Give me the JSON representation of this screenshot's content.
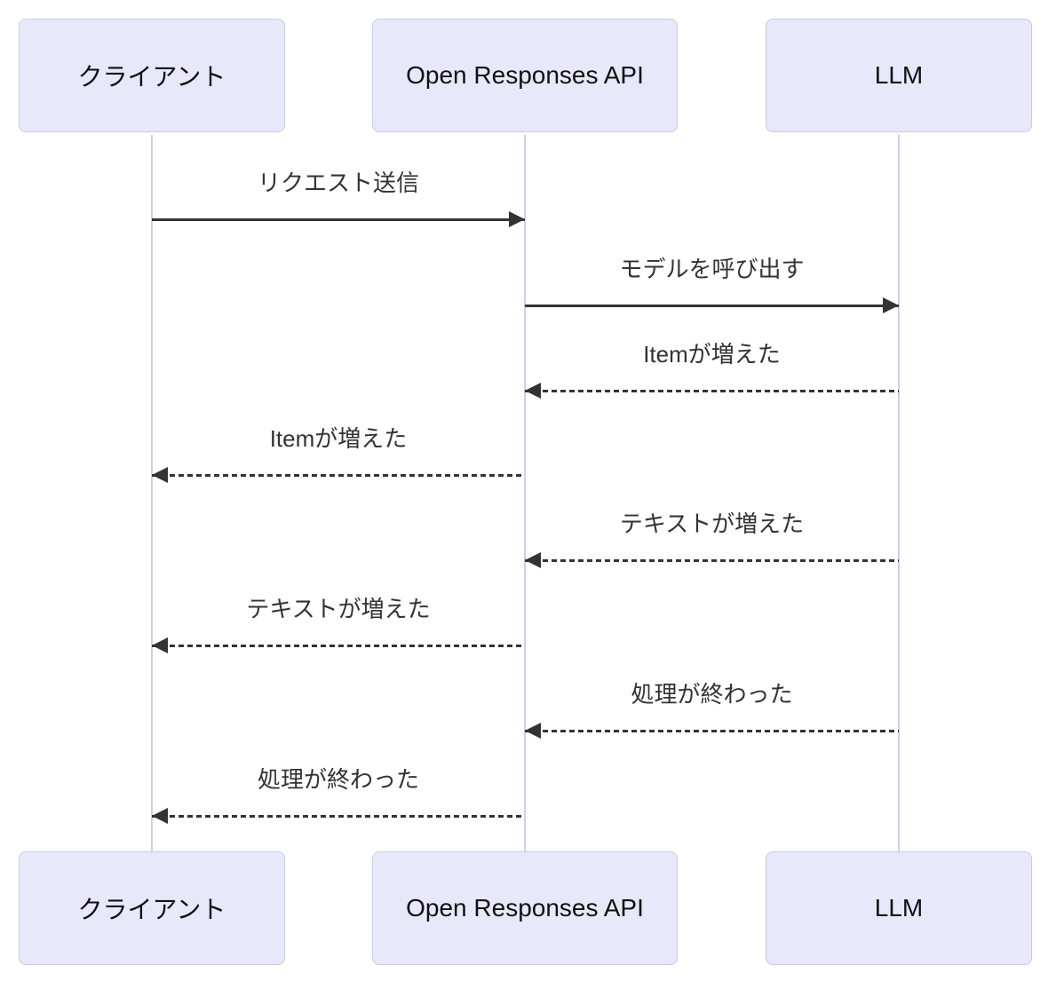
{
  "diagram": {
    "type": "sequence-diagram",
    "actors": [
      {
        "id": "client",
        "label": "クライアント"
      },
      {
        "id": "api",
        "label": "Open Responses API"
      },
      {
        "id": "llm",
        "label": "LLM"
      }
    ],
    "messages": [
      {
        "from": "client",
        "to": "api",
        "label": "リクエスト送信",
        "line": "solid",
        "direction": "right"
      },
      {
        "from": "api",
        "to": "llm",
        "label": "モデルを呼び出す",
        "line": "solid",
        "direction": "right"
      },
      {
        "from": "llm",
        "to": "api",
        "label": "Itemが増えた",
        "line": "dotted",
        "direction": "left"
      },
      {
        "from": "api",
        "to": "client",
        "label": "Itemが増えた",
        "line": "dotted",
        "direction": "left"
      },
      {
        "from": "llm",
        "to": "api",
        "label": "テキストが増えた",
        "line": "dotted",
        "direction": "left"
      },
      {
        "from": "api",
        "to": "client",
        "label": "テキストが増えた",
        "line": "dotted",
        "direction": "left"
      },
      {
        "from": "llm",
        "to": "api",
        "label": "処理が終わった",
        "line": "dotted",
        "direction": "left"
      },
      {
        "from": "api",
        "to": "client",
        "label": "処理が終わった",
        "line": "dotted",
        "direction": "left"
      }
    ],
    "colors": {
      "background": "#FFFFFF",
      "actor_fill": "#E8E8FB",
      "actor_border": "#CFC7E8",
      "actor_text": "#111111",
      "message_text": "#333333",
      "arrow": "#333333",
      "lifeline": "#D5CBEE"
    }
  }
}
